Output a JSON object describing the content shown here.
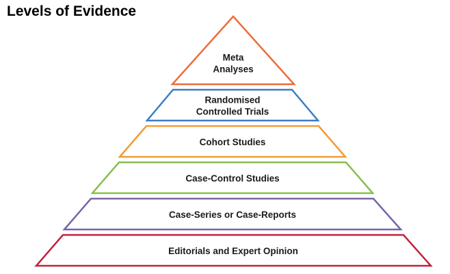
{
  "title": "Levels of Evidence",
  "tiers": [
    {
      "id": "meta-analyses",
      "lines": [
        "Meta",
        "Analyses"
      ],
      "color": "#ED6C3A"
    },
    {
      "id": "randomised-controlled-trials",
      "lines": [
        "Randomised",
        "Controlled Trials"
      ],
      "color": "#3A7DC4"
    },
    {
      "id": "cohort-studies",
      "lines": [
        "Cohort Studies"
      ],
      "color": "#F39A35"
    },
    {
      "id": "case-control-studies",
      "lines": [
        "Case-Control Studies"
      ],
      "color": "#86BE4F"
    },
    {
      "id": "case-series-or-case-reports",
      "lines": [
        "Case-Series or Case-Reports"
      ],
      "color": "#7465A9"
    },
    {
      "id": "editorials-and-expert-opinion",
      "lines": [
        "Editorials and Expert Opinion"
      ],
      "color": "#C0223F"
    }
  ]
}
